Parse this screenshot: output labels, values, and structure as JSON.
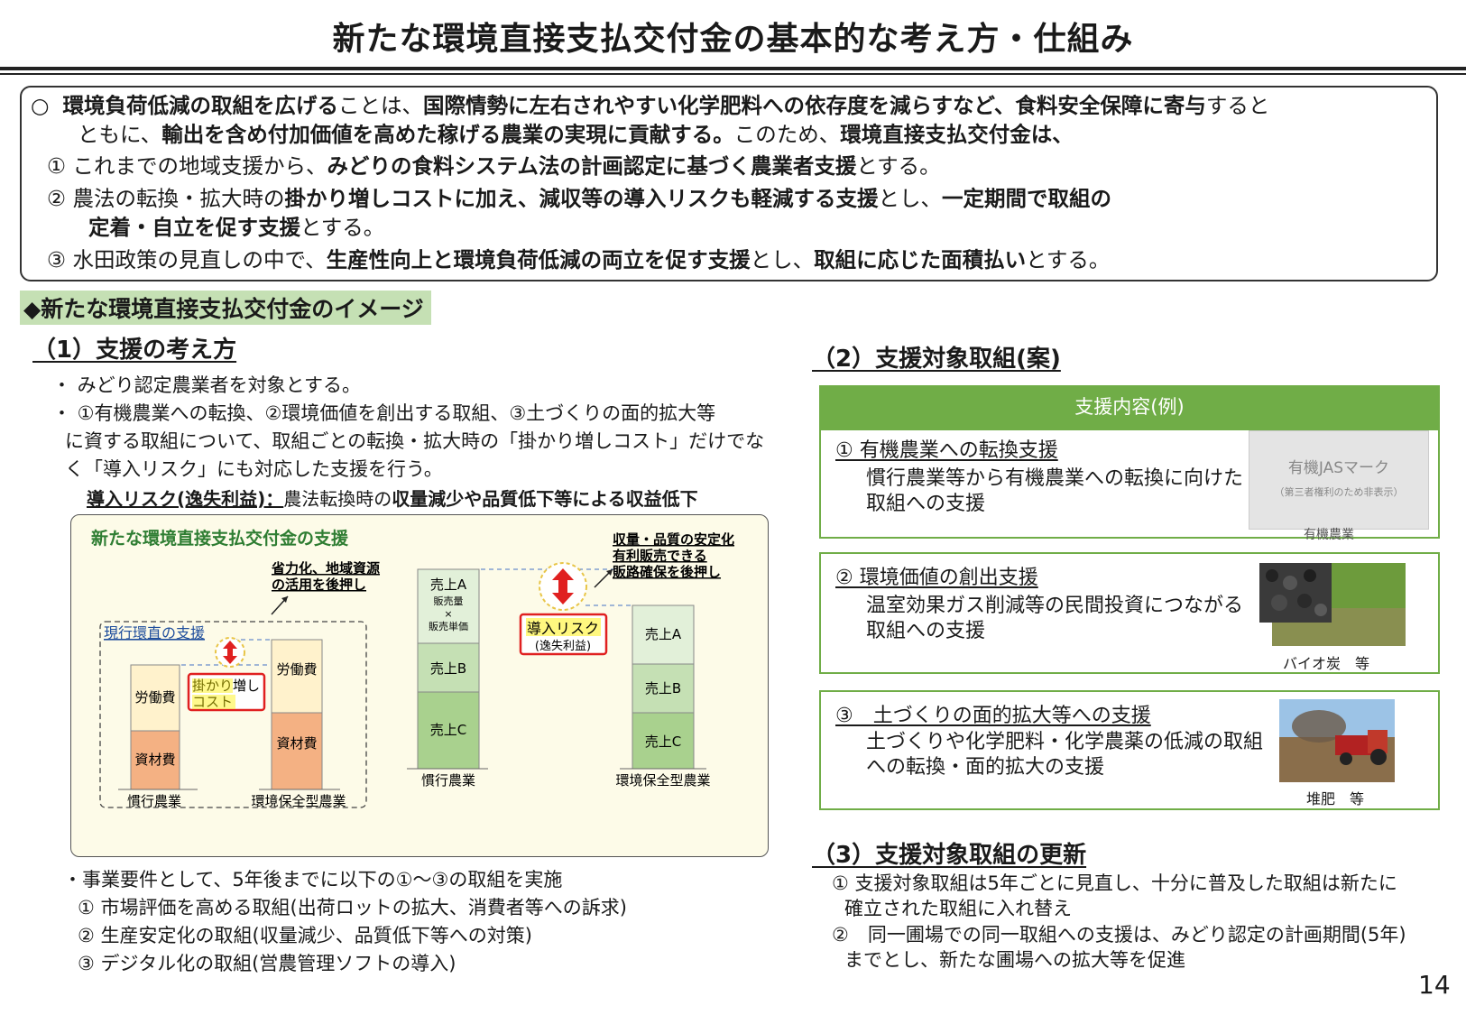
{
  "title": "新たな環境直接支払交付金の基本的な考え方・仕組み",
  "intro": {
    "l1_mark": "○",
    "l1_a": "環境負荷低減の取組を広げる",
    "l1_b": "ことは、",
    "l1_c": "国際情勢に左右されやすい化学肥料への依存度を減らすなど、食料安全保障に寄与",
    "l1_d": "すると",
    "l2_a": "ともに、",
    "l2_b": "輸出を含め付加価値を高めた稼げる農業の実現に貢献する。",
    "l2_c": "このため、",
    "l2_d": "環境直接支払交付金は、",
    "p1_a": "① これまでの地域支援から、",
    "p1_b": "みどりの食料システム法の計画認定に基づく農業者支援",
    "p1_c": "とする。",
    "p2_a": "② 農法の転換・拡大時の",
    "p2_b": "掛かり増しコストに加え、減収等の導入リスクも軽減する支援",
    "p2_c": "とし、",
    "p2_d": "一定期間で取組の",
    "p2_e": "定着・自立を促す支援",
    "p2_f": "とする。",
    "p3_a": "③ 水田政策の見直しの中で、",
    "p3_b": "生産性向上と環境負荷低減の両立を促す支援",
    "p3_c": "とし、",
    "p3_d": "取組に応じた面積払い",
    "p3_e": "とする。"
  },
  "image_heading": "◆新たな環境直接支払交付金のイメージ",
  "sec1": {
    "heading": "（1）支援の考え方",
    "b1": "・ みどり認定農業者を対象とする。",
    "b2": "・ ①有機農業への転換、②環境価値を創出する取組、③土づくりの面的拡大等",
    "b2b": "に資する取組について、取組ごとの転換・拡大時の「掛かり増しコスト」だけでな",
    "b2c": "く「導入リスク」にも対応した支援を行う。",
    "risk_label": "導入リスク(逸失利益)：",
    "risk_a": "農法転換時の",
    "risk_b": "収量減少や品質低下等による収益低下"
  },
  "diagram": {
    "title": "新たな環境直接支払交付金の支援",
    "current_label": "現行環直の支援",
    "labor": "労働費",
    "materials": "資材費",
    "extra_cost": "掛かり増し\nコスト",
    "conventional": "慣行農業",
    "eco": "環境保全型農業",
    "saving_note": "省力化、地域資源\nの活用を後押し",
    "sales_a": "売上A",
    "sales_a_sub": "販売量\n×\n販売単価",
    "sales_b": "売上B",
    "sales_c": "売上C",
    "risk": "導入リスク",
    "risk_sub": "(逸失利益)",
    "market_note": "収量・品質の安定化\n有利販売できる\n販路確保を後押し"
  },
  "requirements": {
    "lead": "・事業要件として、5年後までに以下の①～③の取組を実施",
    "r1": "① 市場評価を高める取組(出荷ロットの拡大、消費者等への訴求)",
    "r2": "② 生産安定化の取組(収量減少、品質低下等への対策)",
    "r3": "③ デジタル化の取組(営農管理ソフトの導入)"
  },
  "sec2": {
    "heading": "（2）支援対象取組(案)",
    "table_header": "支援内容(例)",
    "items": [
      {
        "title": "① 有機農業への転換支援",
        "body1": "慣行農業等から有機農業への転換に向けた",
        "body2": "取組への支援",
        "photo_caption": "有機農業"
      },
      {
        "title": "② 環境価値の創出支援",
        "body1": "温室効果ガス削減等の民間投資につながる",
        "body2": "取組への支援",
        "photo_caption": "バイオ炭　等"
      },
      {
        "title": "③　土づくりの面的拡大等への支援",
        "body1": "土づくりや化学肥料・化学農薬の低減の取組",
        "body2": "への転換・面的拡大の支援",
        "photo_caption": "堆肥　等"
      }
    ],
    "jas_label": "有機JASマーク",
    "jas_note": "（第三者権利のため非表示）"
  },
  "sec3": {
    "heading": "（3）支援対象取組の更新",
    "u1a": "① 支援対象取組は5年ごとに見直し、十分に普及した取組は新たに",
    "u1b": "確立された取組に入れ替え",
    "u2a": "②　同一圃場での同一取組への支援は、みどり認定の計画期間(5年)",
    "u2b": "までとし、新たな圃場への拡大等を促進"
  },
  "page_number": "14",
  "colors": {
    "green_header": "#70ad47",
    "green_highlight": "#c5e0b4",
    "labor_fill": "#fff2cc",
    "material_fill": "#f4b183",
    "sales_a_fill": "#e2f0d9",
    "sales_b_fill": "#c5e0b4",
    "sales_c_fill": "#a9d18e",
    "arrow_red": "#e02020"
  }
}
